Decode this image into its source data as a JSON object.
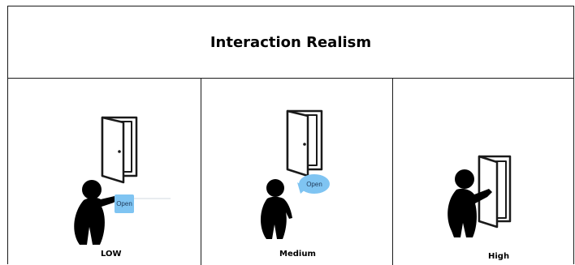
{
  "header": {
    "title": "Interaction Realism"
  },
  "columns": {
    "low": {
      "caption": "LOW",
      "bubble_text": "Open"
    },
    "medium": {
      "caption": "Medium",
      "bubble_text": "Open"
    },
    "high": {
      "caption": "High"
    }
  },
  "colors": {
    "bubble": "#7fc4f2",
    "line": "#1a1a1a"
  }
}
